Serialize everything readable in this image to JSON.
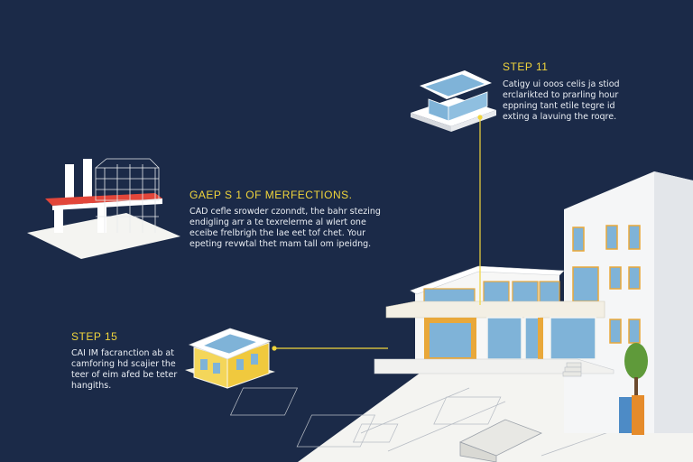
{
  "steps": [
    {
      "title": "STEP 11",
      "text": "Catigy ui ooos celis ja stiod\nerclarikted to prarling hour\neppning tant etile tegre id\nexting a lavuing the roqre."
    },
    {
      "title": "GAEP S 1 OF MERFECTIONS.",
      "text": "CAD cefle srowder czonndt, the bahr stezing\nendigling arr a te texrelerme al wlert one\neceibe frelbrigh the lae eet tof chet. Your\nepeting revwtal thet mam tall om ipeidng."
    },
    {
      "title": "STEP 15",
      "text": "CAI IM facranction ab at\ncamforing hd scajier the\nteer of eim afed be teter\nhangiths."
    }
  ],
  "colors": {
    "background": "#1b2a48",
    "accent_yellow": "#f1d53b",
    "window_blue": "#7fb3d8",
    "frame_orange": "#e9a83a",
    "roof_red": "#e2463a"
  }
}
